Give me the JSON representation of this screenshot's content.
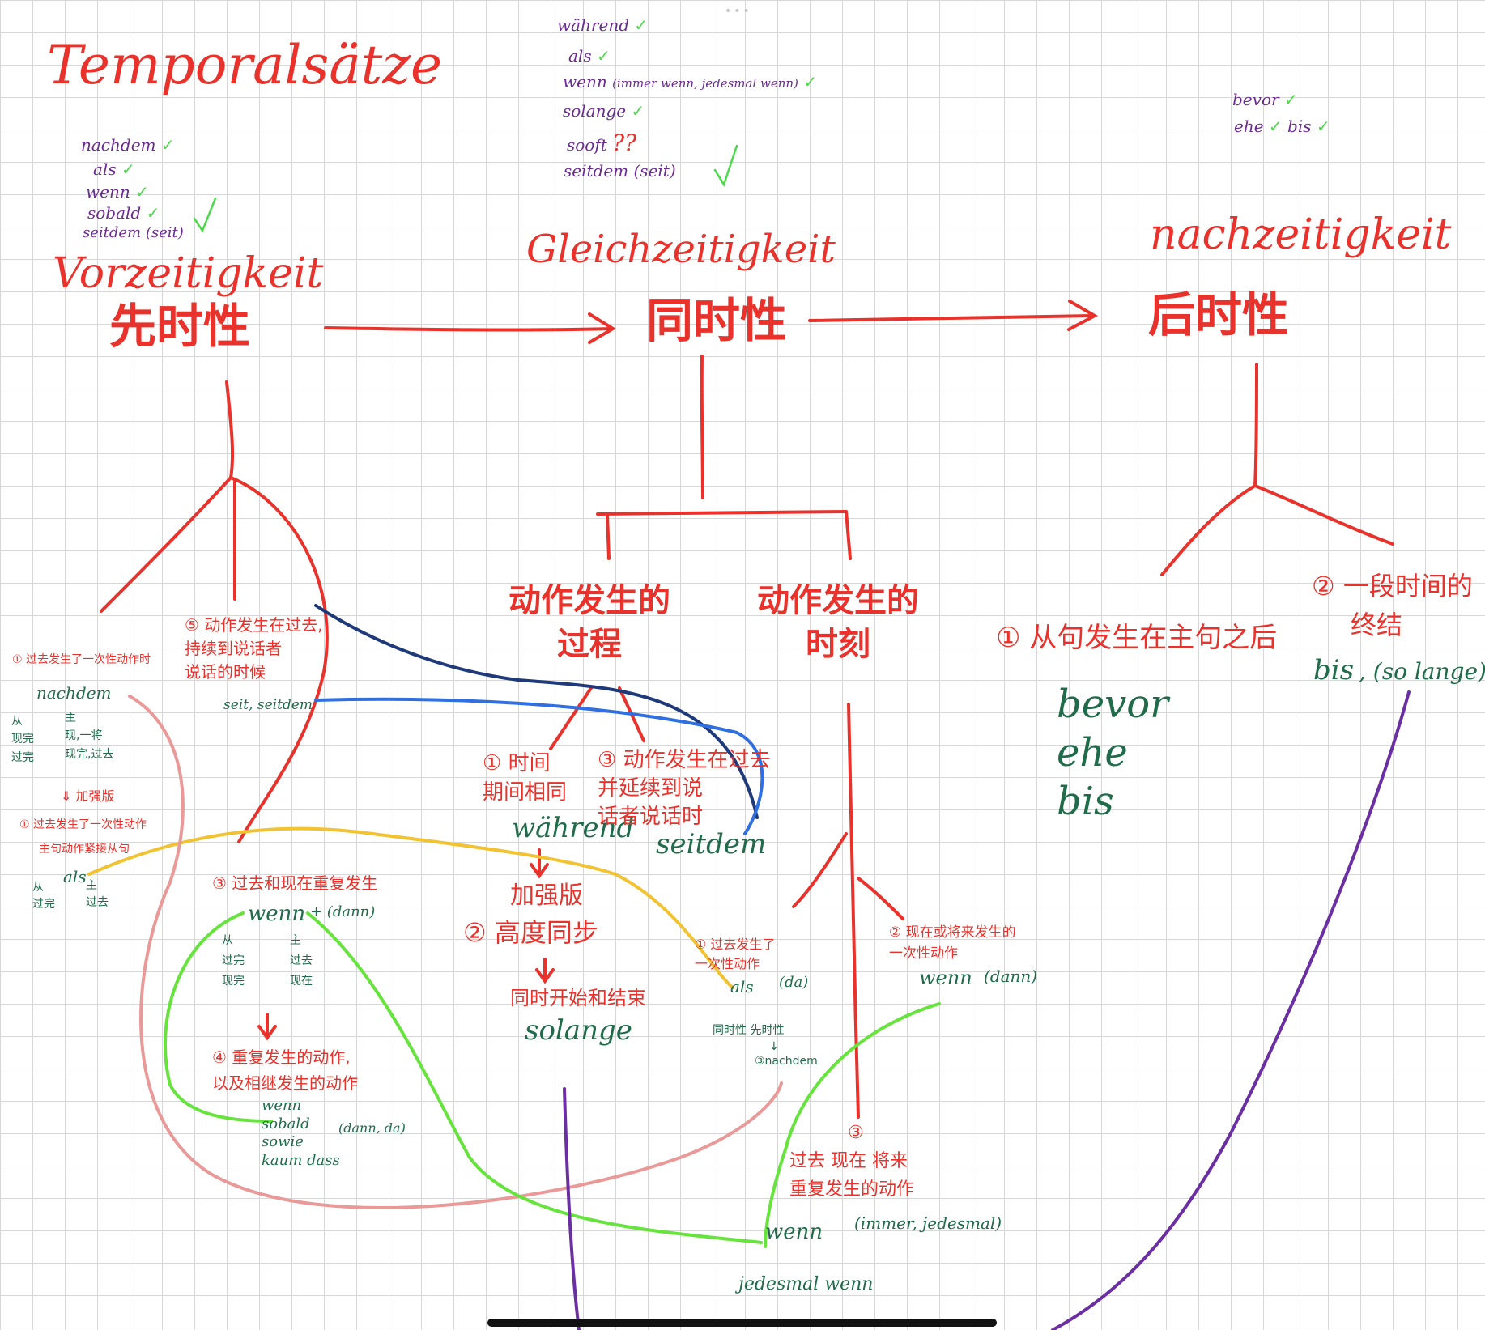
{
  "title": "Temporalsätze",
  "colors": {
    "red": "#e8322b",
    "purple": "#6a2c91",
    "green": "#1f6b4a",
    "check": "#4cd94a",
    "yellow": "#f1c232",
    "pink": "#ea9999",
    "lime": "#66e33c",
    "blue": "#2f6fe0",
    "navy": "#1f3a7a",
    "violet": "#6b2fa3"
  },
  "ui": {
    "dots": "•••"
  },
  "vor": {
    "list": [
      "nachdem",
      "als",
      "wenn",
      "sobald",
      "seitdem (seit)"
    ],
    "heading": "Vorzeitigkeit",
    "cn": "先时性",
    "b1_label": "① 过去发生了一次性动作时",
    "b1_word": "nachdem",
    "b1_left": [
      "从",
      "现完",
      "过完"
    ],
    "b1_right": [
      "主",
      "现,一将",
      "现完,过去"
    ],
    "b1_up": "⇓ 加强版",
    "b2_label1": "① 过去发生了一次性动作",
    "b2_label2": "主句动作紧接从句",
    "b2_word": "als",
    "b2_left": [
      "从",
      "过完"
    ],
    "b2_right": [
      "主",
      "过去"
    ],
    "b5_label": [
      "⑤ 动作发生在过去,",
      "持续到说话者",
      "说话的时候"
    ],
    "b5_word": "seit, seitdem",
    "b3_label": "③ 过去和现在重复发生",
    "b3_word": "wenn",
    "b3_extra": "+ (dann)",
    "b3_left": [
      "从",
      "过完",
      "现完"
    ],
    "b3_right": [
      "主",
      "过去",
      "现在"
    ],
    "b4_label": [
      "④ 重复发生的动作,",
      "以及相继发生的动作"
    ],
    "b4_words": [
      "wenn",
      "sobald",
      "sowie",
      "kaum dass"
    ],
    "b4_extra": "(dann, da)"
  },
  "gleich": {
    "list": [
      "während",
      "als",
      "wenn",
      "solange",
      "sooft",
      "seitdem"
    ],
    "wenn_note": "(immer wenn, jedesmal wenn)",
    "sooft_mark": "??",
    "seit_note": "(seit)",
    "heading": "Gleichzeitigkeit",
    "cn": "同时性",
    "left_heading": [
      "动作发生的",
      "过程"
    ],
    "right_heading": [
      "动作发生的",
      "时刻"
    ],
    "p1": [
      "① 时间",
      "期间相同"
    ],
    "p1_word": "während",
    "p3": [
      "③ 动作发生在过去",
      "并延续到说",
      "话者说话时"
    ],
    "p3_word": "seitdem",
    "p_arrow": "⇓",
    "p_plus": "加强版",
    "p2": "② 高度同步",
    "p_down": "同时开始和结束",
    "p2_word": "solange",
    "m1": [
      "① 过去发生了",
      "一次性动作"
    ],
    "m1_word": "als",
    "m1_extra": "(da)",
    "m1_sub": "同时性  先时性",
    "m1_sub2": "↓",
    "m1_sub3": "③nachdem",
    "m2": [
      "② 现在或将来发生的",
      "一次性动作"
    ],
    "m2_word": "wenn",
    "m2_extra": "(dann)",
    "m3": [
      "③",
      "过去  现在  将来",
      "重复发生的动作"
    ],
    "m3_word": "wenn",
    "m3_extra": "(immer, jedesmal)",
    "m3_bottom": "jedesmal wenn"
  },
  "nach": {
    "list1": "bevor",
    "list2a": "ehe",
    "list2b": "bis",
    "heading": "nachzeitigkeit",
    "cn": "后时性",
    "n1": "① 从句发生在主句之后",
    "n1_words": [
      "bevor",
      "ehe",
      "bis"
    ],
    "n2": [
      "② 一段时间的",
      "终结"
    ],
    "n2_word": "bis",
    "n2_extra": ", (so lange)"
  },
  "check": "✓"
}
